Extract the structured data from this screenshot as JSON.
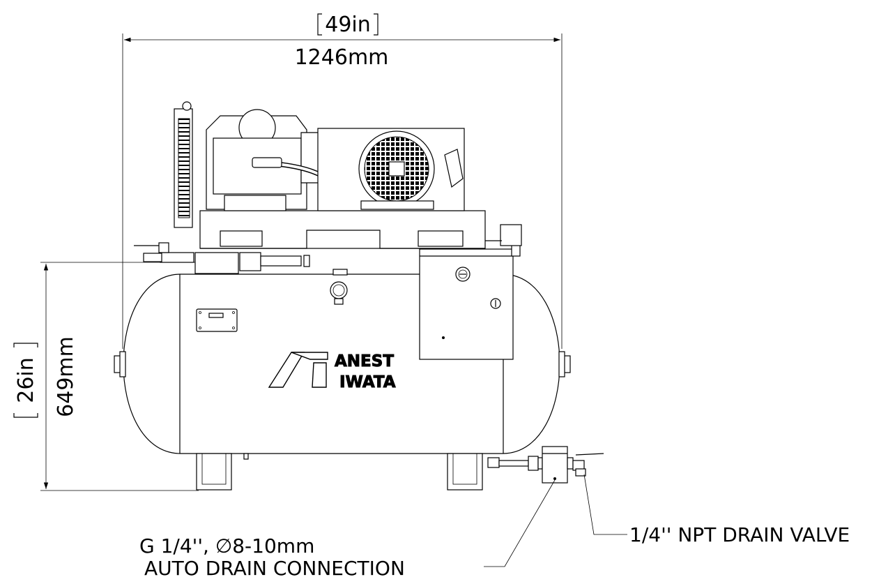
{
  "dimensions": {
    "width_in": "49in",
    "width_mm": "1246mm",
    "height_in": "26in",
    "height_mm": "649mm"
  },
  "brand": {
    "line1": "ANEST",
    "line2": "IWATA"
  },
  "callouts": {
    "auto_drain_line1": "G 1/4'',  ∅8-10mm",
    "auto_drain_line2": "AUTO DRAIN CONNECTION",
    "drain_valve": "1/4'' NPT DRAIN VALVE"
  }
}
